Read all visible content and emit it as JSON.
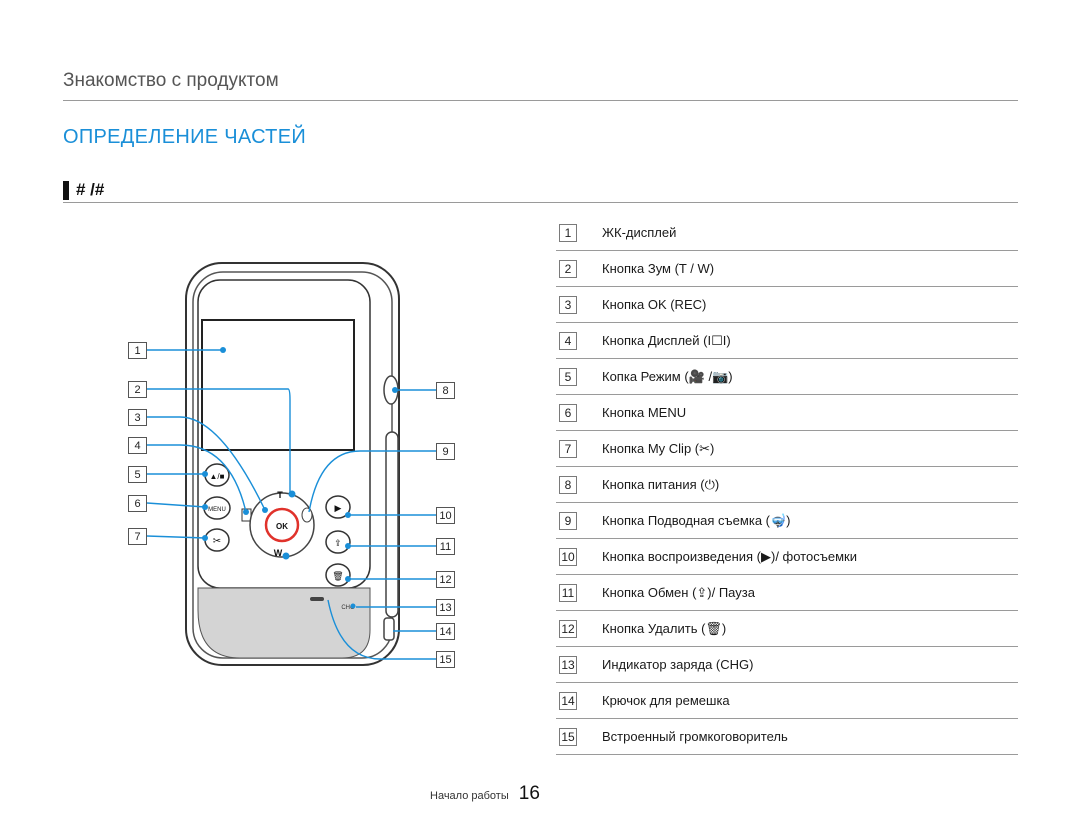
{
  "header": {
    "section_title": "Знакомство с продуктом",
    "heading": "ОПРЕДЕЛЕНИЕ ЧАСТЕЙ",
    "subhead": "# /#"
  },
  "parts": [
    {
      "num": "1",
      "label": "ЖК-дисплей"
    },
    {
      "num": "2",
      "label": "Кнопка Зум (T / W)"
    },
    {
      "num": "3",
      "label": "Кнопка OK (REC)"
    },
    {
      "num": "4",
      "label": "Кнопка Дисплей (I☐I)"
    },
    {
      "num": "5",
      "label": "Копка Режим (🎥 /📷)"
    },
    {
      "num": "6",
      "label": "Кнопка MENU"
    },
    {
      "num": "7",
      "label": "Кнопка My Clip (✂)"
    },
    {
      "num": "8",
      "label": "Кнопка питания (⏻)"
    },
    {
      "num": "9",
      "label": "Кнопка Подводная съемка (🤿)"
    },
    {
      "num": "10",
      "label": "Кнопка воспроизведения (▶)/ фотосъемки"
    },
    {
      "num": "11",
      "label": "Кнопка Обмен (⇪)/ Пауза"
    },
    {
      "num": "12",
      "label": "Кнопка Удалить (🗑)"
    },
    {
      "num": "13",
      "label": "Индикатор заряда (CHG)"
    },
    {
      "num": "14",
      "label": "Крючок для ремешка"
    },
    {
      "num": "15",
      "label": "Встроенный громкоговоритель"
    }
  ],
  "device": {
    "zoom_t": "T",
    "zoom_w": "W",
    "ok": "OK",
    "menu": "MENU",
    "chg": "CHG"
  },
  "callouts_left": [
    "1",
    "2",
    "3",
    "4",
    "5",
    "6",
    "7"
  ],
  "callouts_right": [
    "8",
    "9",
    "10",
    "11",
    "12",
    "13",
    "14",
    "15"
  ],
  "footer": {
    "label": "Начало работы",
    "page": "16"
  },
  "colors": {
    "heading": "#1a8fd8",
    "leader": "#1a8fd8",
    "ok_ring": "#e0322b"
  }
}
